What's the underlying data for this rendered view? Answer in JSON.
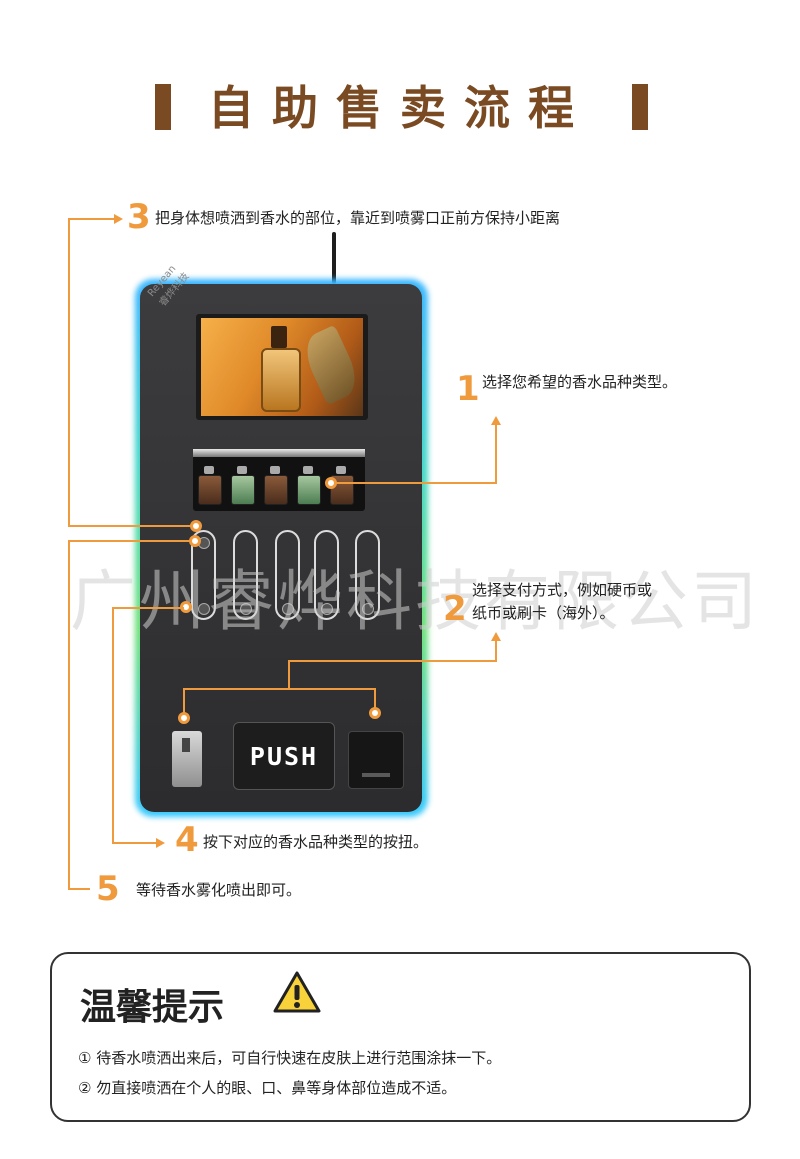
{
  "title": "自助售卖流程",
  "steps": [
    {
      "num": "3",
      "text": "把身体想喷洒到香水的部位，靠近到喷雾口正前方保持小距离"
    },
    {
      "num": "1",
      "text": "选择您希望的香水品种类型。"
    },
    {
      "num": "2",
      "line1": "选择支付方式，例如硬币或",
      "line2": "纸币或刷卡（海外）。"
    },
    {
      "num": "4",
      "text": "按下对应的香水品种类型的按扭。"
    },
    {
      "num": "5",
      "text": "等待香水雾化喷出即可。"
    }
  ],
  "machine": {
    "push_label": "PUSH",
    "logo": "Reyean 睿烨科技"
  },
  "watermark": "广州睿烨科技有限公司",
  "tips": {
    "title": "温馨提示",
    "icon": "warning-icon",
    "items": [
      "① 待香水喷洒出来后，可自行快速在皮肤上进行范围涂抹一下。",
      "② 勿直接喷洒在个人的眼、口、鼻等身体部位造成不适。"
    ]
  },
  "colors": {
    "brown": "#7a4a22",
    "orange": "#f09a3e",
    "glow": "#39b6ff"
  }
}
